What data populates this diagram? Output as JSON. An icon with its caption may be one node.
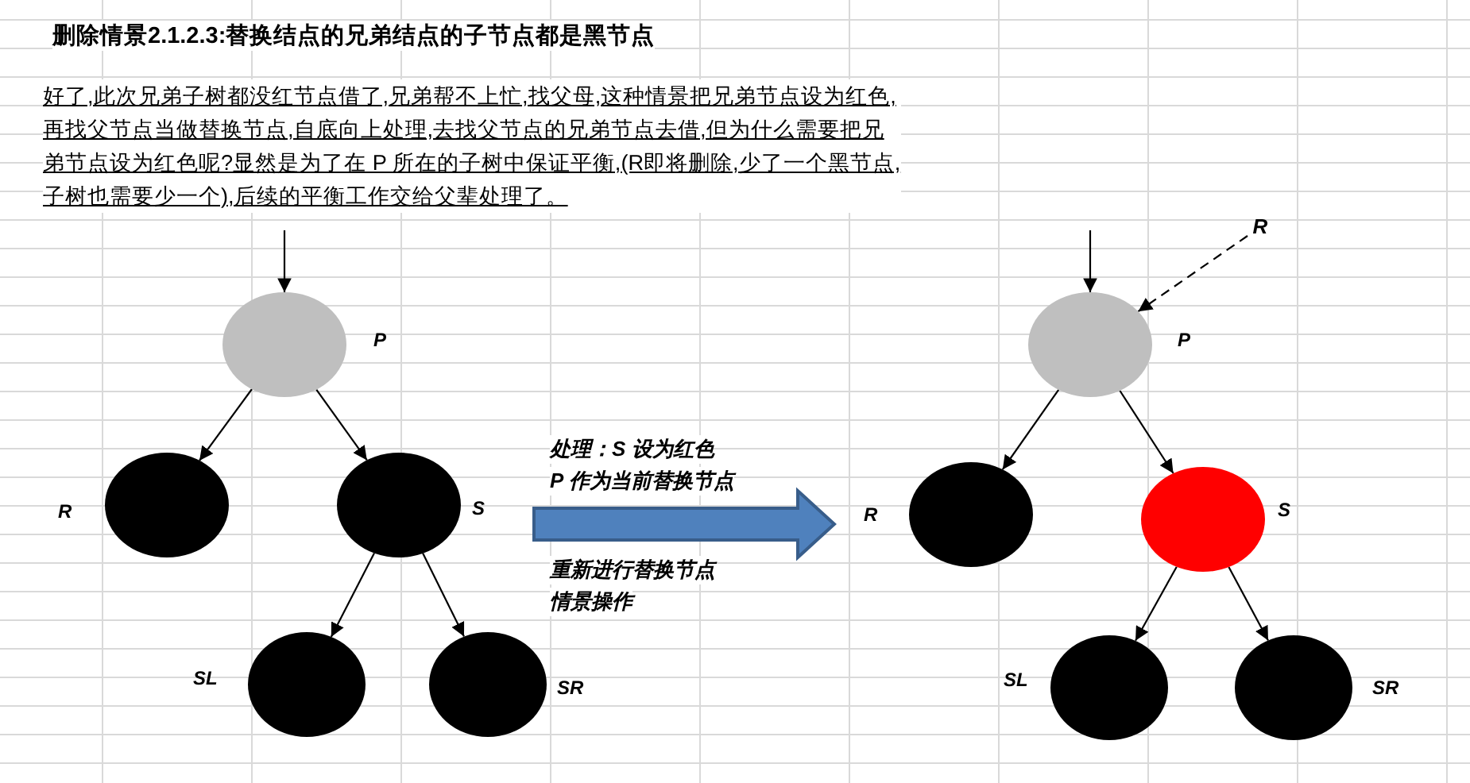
{
  "diagram": {
    "title": "删除情景2.1.2.3:替换结点的兄弟结点的子节点都是黑节点",
    "nodes": [
      {
        "text": [],
        "shape": "circle",
        "beside": [
          "P"
        ]
      },
      {
        "text": [],
        "shape": "circle",
        "beside": [
          "R"
        ]
      },
      {
        "text": [],
        "shape": "circle",
        "beside": [
          "S"
        ]
      },
      {
        "text": [],
        "shape": "circle",
        "beside": [
          "SL"
        ]
      },
      {
        "text": [],
        "shape": "circle",
        "beside": [
          "SR"
        ]
      },
      {
        "text": [],
        "shape": "circle",
        "beside": [
          "P"
        ]
      },
      {
        "text": [],
        "shape": "circle",
        "beside": [
          "R"
        ]
      },
      {
        "text": [],
        "shape": "circle",
        "beside": [
          "S"
        ]
      },
      {
        "text": [],
        "shape": "circle",
        "beside": [
          "SL"
        ]
      },
      {
        "text": [],
        "shape": "circle",
        "beside": [
          "SR"
        ]
      },
      {
        "text": [
          "R"
        ]
      }
    ],
    "edges": [
      {
        "from": null,
        "to": 0,
        "arrow": "to"
      },
      {
        "from": 0,
        "to": 1,
        "arrow": "to"
      },
      {
        "from": 0,
        "to": 2,
        "arrow": "to"
      },
      {
        "from": 2,
        "to": 3,
        "arrow": "to"
      },
      {
        "from": 2,
        "to": 4,
        "arrow": "to"
      },
      {
        "from": null,
        "to": 5,
        "arrow": "to"
      },
      {
        "from": 10,
        "to": 5,
        "arrow": "to",
        "style": "dashed"
      },
      {
        "from": 5,
        "to": 6,
        "arrow": "to"
      },
      {
        "from": 5,
        "to": 7,
        "arrow": "to"
      },
      {
        "from": 7,
        "to": 8,
        "arrow": "to"
      },
      {
        "from": 7,
        "to": 9,
        "arrow": "to"
      }
    ],
    "labels": [
      "好了,此次兄弟子树都没红节点借了,兄弟帮不上忙,找父母,这种情景把兄弟节点设为红色,再找父节点当做替换节点,自底向上处理,去找父节点的兄弟节点去借,但为什么需要把兄弟节点设为红色呢?显然是为了在 P 所在的子树中保证平衡,(R即将删除,少了一个黑节点,子树也需要少一个),后续的平衡工作交给父辈处理了。",
      "处理：S 设为红色",
      "P 作为当前替换节点",
      "重新进行替换节点",
      "情景操作"
    ]
  }
}
